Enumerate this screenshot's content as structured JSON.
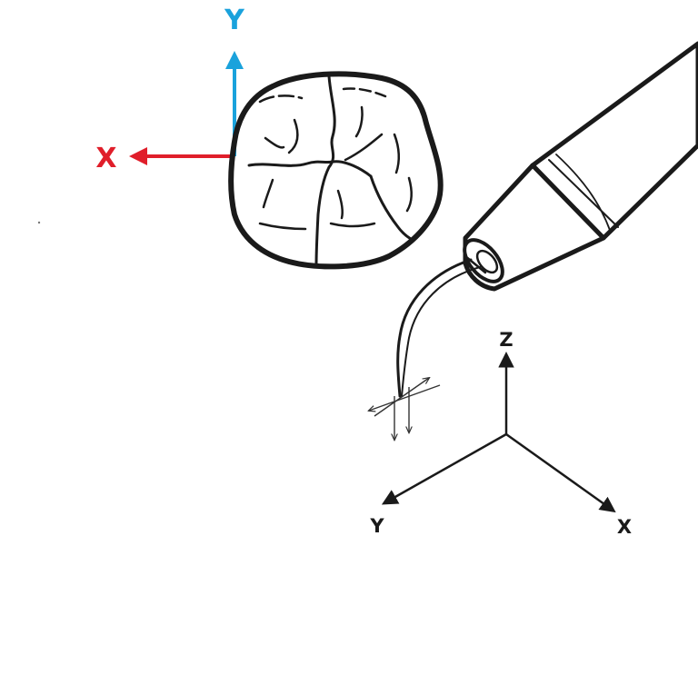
{
  "tooth_axes": {
    "y_label": "Y",
    "x_label": "X",
    "y_color": "#1aa2dc",
    "x_color": "#e01e2a"
  },
  "tool_axes": {
    "z_label": "Z",
    "y_label": "Y",
    "x_label": "X",
    "color": "#1a1a1a"
  },
  "icons": {
    "tooth": "tooth-occlusal-view",
    "handpiece": "ultrasonic-scaler-handpiece",
    "tip_motion": "tip-vibration-arrows"
  }
}
